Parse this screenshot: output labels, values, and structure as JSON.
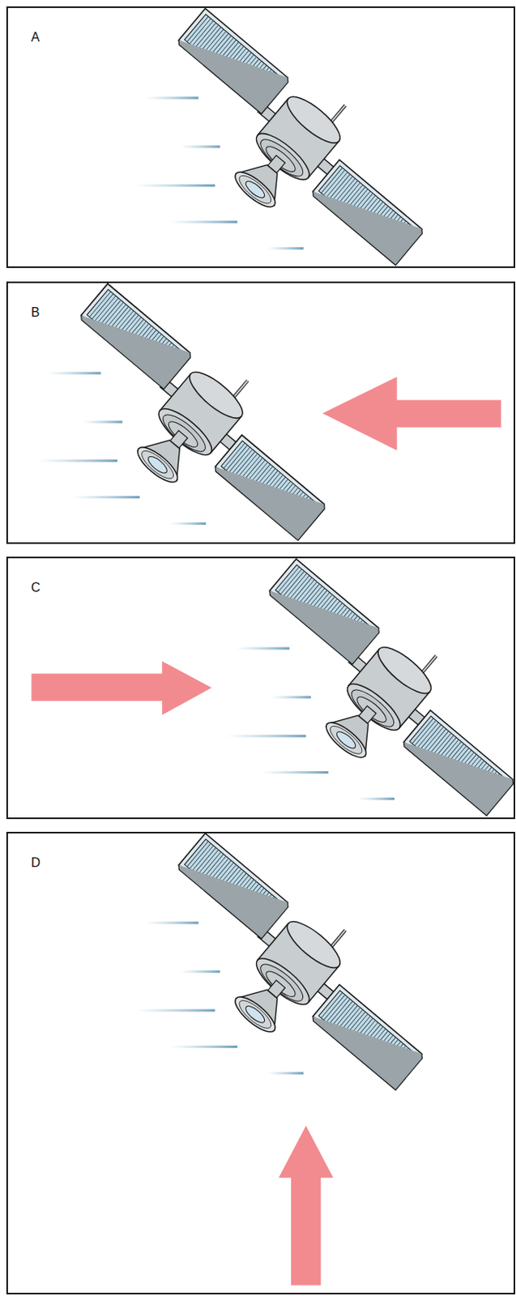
{
  "diagram": {
    "nodes": [
      {
        "text": [
          "A"
        ]
      },
      {
        "text": [
          "B"
        ]
      },
      {
        "text": [
          "C"
        ]
      },
      {
        "text": [
          "D"
        ]
      }
    ]
  }
}
